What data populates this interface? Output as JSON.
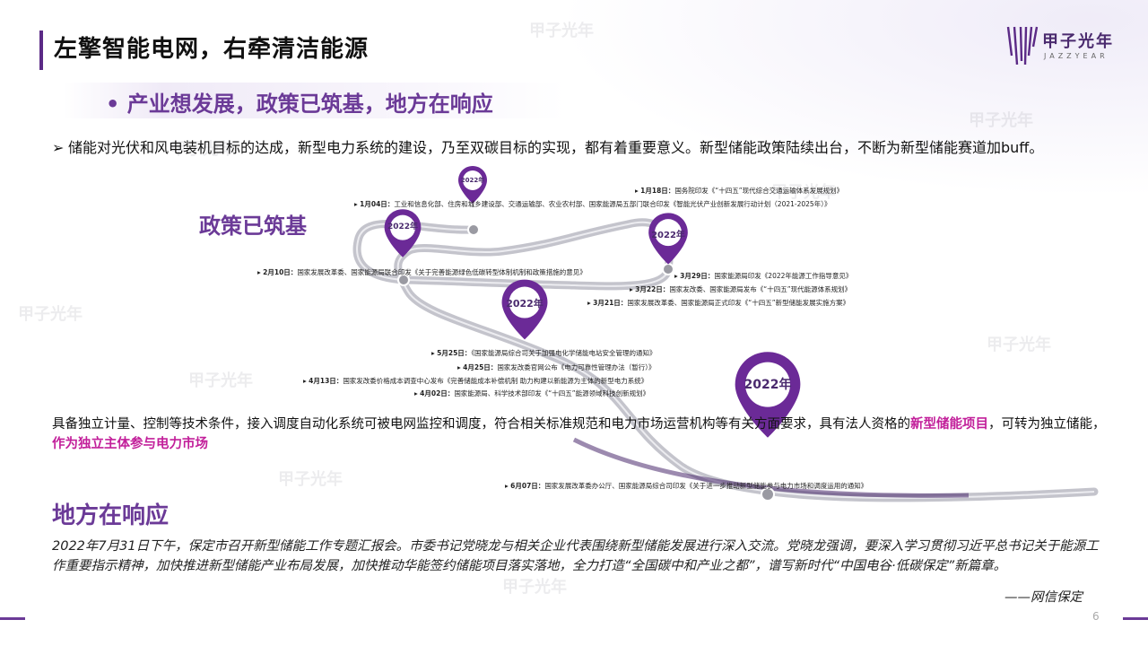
{
  "header": {
    "title": "左擎智能电网，右牵清洁能源",
    "subtitle": "• 产业想发展，政策已筑基，地方在响应"
  },
  "logo": {
    "name_cn": "甲子光年",
    "name_en": "JAZZYEAR"
  },
  "intro": {
    "bullet": "➢",
    "text": "储能对光伏和风电装机目标的达成，新型电力系统的建设，乃至双碳目标的实现，都有着重要意义。新型储能政策陆续出台，不断为新型储能赛道加buff。"
  },
  "policy_section": {
    "heading": "政策已筑基",
    "pins": [
      {
        "label": "2022年"
      },
      {
        "label": "2022年"
      },
      {
        "label": "2022年"
      },
      {
        "label": "2022年"
      },
      {
        "label": "2022年"
      }
    ],
    "events": [
      {
        "date": "1月04日：",
        "text": "工业和信息化部、住房和城乡建设部、交通运输部、农业农村部、国家能源局五部门联合印发《智能光伏产业创新发展行动计划（2021-2025年）》"
      },
      {
        "date": "1月18日：",
        "text": "国务院印发《“十四五”现代综合交通运输体系发展规划》"
      },
      {
        "date": "2月10日：",
        "text": "国家发展改革委、国家能源局联合印发《关于完善能源绿色低碳转型体制机制和政策措施的意见》"
      },
      {
        "date": "3月29日：",
        "text": "国家能源局印发《2022年能源工作指导意见》"
      },
      {
        "date": "3月22日：",
        "text": "国家发改委、国家能源局发布《“十四五”现代能源体系规划》"
      },
      {
        "date": "3月21日：",
        "text": "国家发展改革委、国家能源局正式印发《“十四五”新型储能发展实施方案》"
      },
      {
        "date": "5月25日：",
        "text": "《国家能源局综合司关于加强电化学储能电站安全管理的通知》"
      },
      {
        "date": "4月25日：",
        "text": "国家发改委官网公布《电力可靠性管理办法（暂行）》"
      },
      {
        "date": "4月13日：",
        "text": "国家发改委价格成本调查中心发布《完善储能成本补偿机制 助力构建以新能源为主体的新型电力系统》"
      },
      {
        "date": "4月02日：",
        "text": "国家能源局、科学技术部印发《“十四五”能源领域科技创新规划》"
      },
      {
        "date": "6月07日：",
        "text": "国家发展改革委办公厅、国家能源局综合司印发《关于进一步推动新型储能参与电力市场和调度运用的通知》"
      }
    ],
    "body_plain_1": "具备独立计量、控制等技术条件，接入调度自动化系统可被电网监控和调度，符合相关标准规范和电力市场运营机构等有关方面要求，具有法人资格的",
    "body_hl_1": "新型储能项目",
    "body_plain_2": "，可转为独立储能，",
    "body_hl_2": "作为独立主体参与电力市场"
  },
  "local_section": {
    "heading": "地方在响应",
    "quote": "2022年7月31日下午，保定市召开新型储能工作专题汇报会。市委书记党晓龙与相关企业代表围绕新型储能发展进行深入交流。党晓龙强调，要深入学习贯彻习近平总书记关于能源工作重要指示精神，加快推进新型储能产业布局发展，加快推动华能签约储能项目落实落地，全力打造“全国碳中和产业之都”，谱写新时代“中国电谷·低碳保定”新篇章。",
    "source": "——网信保定"
  },
  "footer": {
    "page_number": "6"
  },
  "colors": {
    "accent": "#6b3a97",
    "highlight": "#c21f9a",
    "road": "#b9b9c0"
  }
}
